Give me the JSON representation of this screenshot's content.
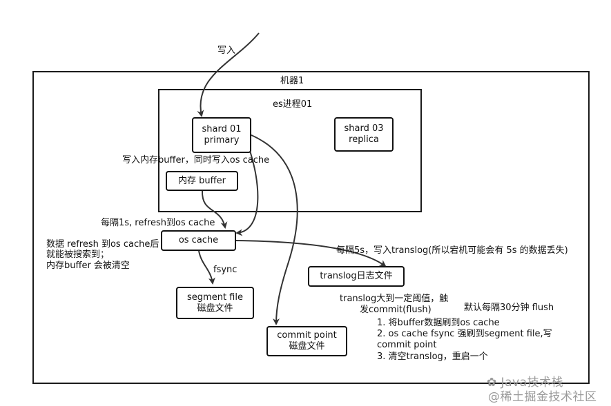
{
  "labels": {
    "write_in": "写入",
    "machine": "机器1",
    "es_process": "es进程01",
    "write_buffer_oscache": "写入内存buffer，同时写入os cache",
    "refresh_every_1s": "每隔1s, refresh到os cache",
    "refresh_note_line1": "数据 refresh 到os cache后",
    "refresh_note_line2": "就能被搜索到；",
    "refresh_note_line3": "内存buffer 会被清空",
    "fsync": "fsync",
    "translog_every_5s": "每隔5s，写入translog(所以宕机可能会有 5s 的数据丢失)",
    "translog_threshold_line1": "translog大到一定阈值，触",
    "translog_threshold_line2": "发commit(flush)",
    "default_flush": "默认每隔30分钟 flush",
    "flush_step1": "1. 将buffer数据刷到os cache",
    "flush_step2_line1": "2. os cache fsync 强刷到segment file,写",
    "flush_step2_line2": "commit point",
    "flush_step3": "3. 清空translog，重启一个"
  },
  "nodes": {
    "shard01": {
      "line1": "shard 01",
      "line2": "primary"
    },
    "shard03": {
      "line1": "shard 03",
      "line2": "replica"
    },
    "buffer": {
      "label": "内存 buffer"
    },
    "os_cache": {
      "label": "os cache"
    },
    "segment_file": {
      "line1": "segment file",
      "line2": "磁盘文件"
    },
    "translog_file": {
      "label": "translog日志文件"
    },
    "commit_point": {
      "line1": "commit point",
      "line2": "磁盘文件"
    }
  },
  "watermark": {
    "brand": "Java技术栈",
    "community": "@稀土掘金技术社区"
  },
  "colors": {
    "line": "#333333",
    "border": "#111111",
    "watermark": "#9a9a9a"
  }
}
